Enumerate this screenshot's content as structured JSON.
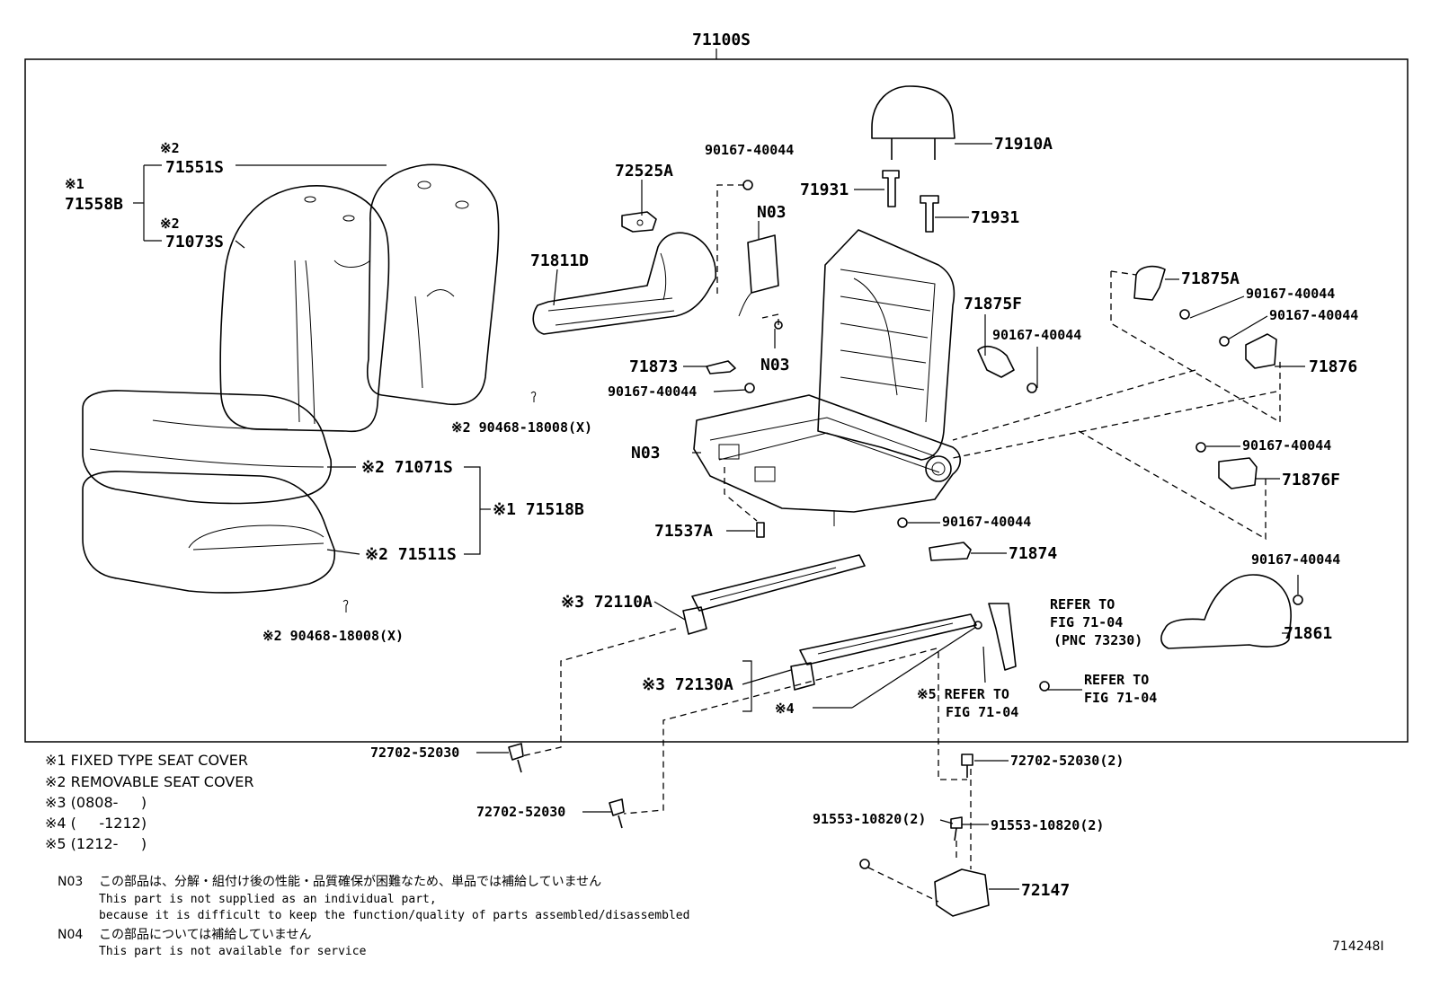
{
  "diagram": {
    "assembly_label": "71100S",
    "figure_id": "714248I",
    "callouts": {
      "c71551S": "71551S",
      "c71558B": "71558B",
      "c71073S": "71073S",
      "m1_71558B": "※1",
      "m2_71551S": "※2",
      "m2_71073S": "※2",
      "c72525A": "72525A",
      "c71811D": "71811D",
      "c90167_a": "90167-40044",
      "cN03_a": "N03",
      "cN03_b": "N03",
      "cN03_c": "N03",
      "c71910A": "71910A",
      "c71931_a": "71931",
      "c71931_b": "71931",
      "c71875F": "71875F",
      "c90167_b": "90167-40044",
      "c71875A": "71875A",
      "c90167_c": "90167-40044",
      "c90167_d": "90167-40044",
      "c71876": "71876",
      "c71873": "71873",
      "c90167_e": "90167-40044",
      "c90468_a": "※2 90468-18008(X)",
      "c71071S": "※2 71071S",
      "c71518B": "※1 71518B",
      "c71511S": "※2 71511S",
      "c90468_b": "※2 90468-18008(X)",
      "c71537A": "71537A",
      "c90167_f": "90167-40044",
      "c71874": "71874",
      "c90167_g": "90167-40044",
      "c71876F": "71876F",
      "c90167_h": "90167-40044",
      "c71861": "71861",
      "c72110A": "※3 72110A",
      "c72130A": "※3 72130A",
      "c4": "※4",
      "c5_refer": "※5 REFER TO",
      "c5_fig": "FIG 71-04",
      "refer1_a": "REFER TO",
      "refer1_b": "FIG 71-04",
      "refer1_c": "(PNC 73230)",
      "refer2_a": "REFER TO",
      "refer2_b": "FIG 71-04",
      "c72702_a": "72702-52030",
      "c72702_b": "72702-52030",
      "c72702_c": "72702-52030(2)",
      "c91553_a": "91553-10820(2)",
      "c91553_b": "91553-10820(2)",
      "c72147": "72147"
    },
    "legend": [
      "※1 FIXED TYPE SEAT COVER",
      "※2 REMOVABLE SEAT COVER",
      "※3 (0808-     )",
      "※4 (     -1212)",
      "※5 (1212-     )"
    ],
    "footnotes": {
      "n03_code": "N03",
      "n03_jp": "この部品は、分解・組付け後の性能・品質確保が困難なため、単品では補給していません",
      "n03_en1": "This part is not supplied as an individual part,",
      "n03_en2": "because it is difficult to keep the function/quality of parts assembled/disassembled",
      "n04_code": "N04",
      "n04_jp": "この部品については補給していません",
      "n04_en": "This part is not available for service"
    }
  }
}
